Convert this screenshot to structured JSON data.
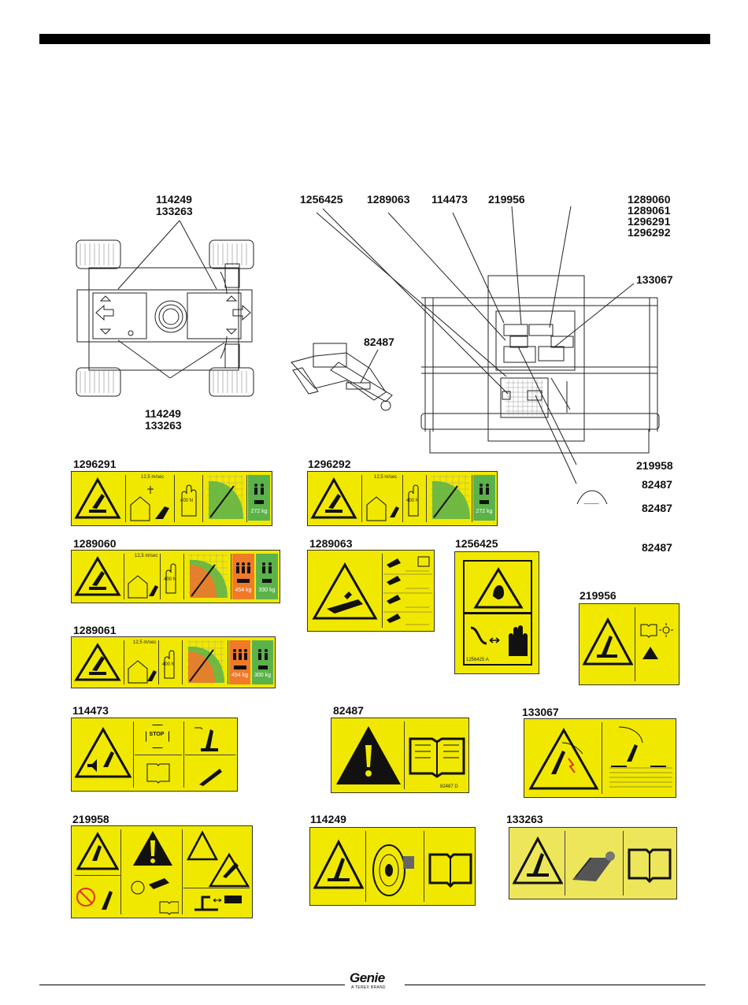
{
  "callouts": {
    "rear_top_1": "114249",
    "rear_top_2": "133263",
    "rear_bottom_1": "114249",
    "rear_bottom_2": "133263",
    "tow": "82487",
    "a": "1256425",
    "b": "1289063",
    "c": "114473",
    "d": "219956",
    "e1": "1289060",
    "e2": "1289061",
    "e3": "1296291",
    "e4": "1296292",
    "f": "133067",
    "g": "219958",
    "h": "82487",
    "i": "82487",
    "j": "82487"
  },
  "decals": {
    "d1296291": {
      "title": "1296291",
      "speed": "12,5 m/sec",
      "force": "400 N",
      "load": "272 kg"
    },
    "d1296292": {
      "title": "1296292",
      "speed": "12,5 m/sec",
      "force": "400 N",
      "load": "272 kg"
    },
    "d1289060": {
      "title": "1289060",
      "speed": "12,5 m/sec",
      "force": "400 N",
      "load_a": "454 kg",
      "load_b": "330 kg"
    },
    "d1289063": {
      "title": "1289063"
    },
    "d1256425": {
      "title": "1256425",
      "code": "1256425 A"
    },
    "d1289061": {
      "title": "1289061",
      "speed": "12,5 m/sec",
      "force": "400 N",
      "load_a": "454 kg",
      "load_b": "300 kg"
    },
    "d219956": {
      "title": "219956"
    },
    "d114473": {
      "title": "114473",
      "stop": "STOP"
    },
    "d82487": {
      "title": "82487",
      "code": "82487 D"
    },
    "d133067": {
      "title": "133067"
    },
    "d219958": {
      "title": "219958"
    },
    "d114249": {
      "title": "114249"
    },
    "d133263": {
      "title": "133263"
    }
  },
  "footer": {
    "brand": "Genie",
    "tagline": "A TEREX BRAND"
  }
}
